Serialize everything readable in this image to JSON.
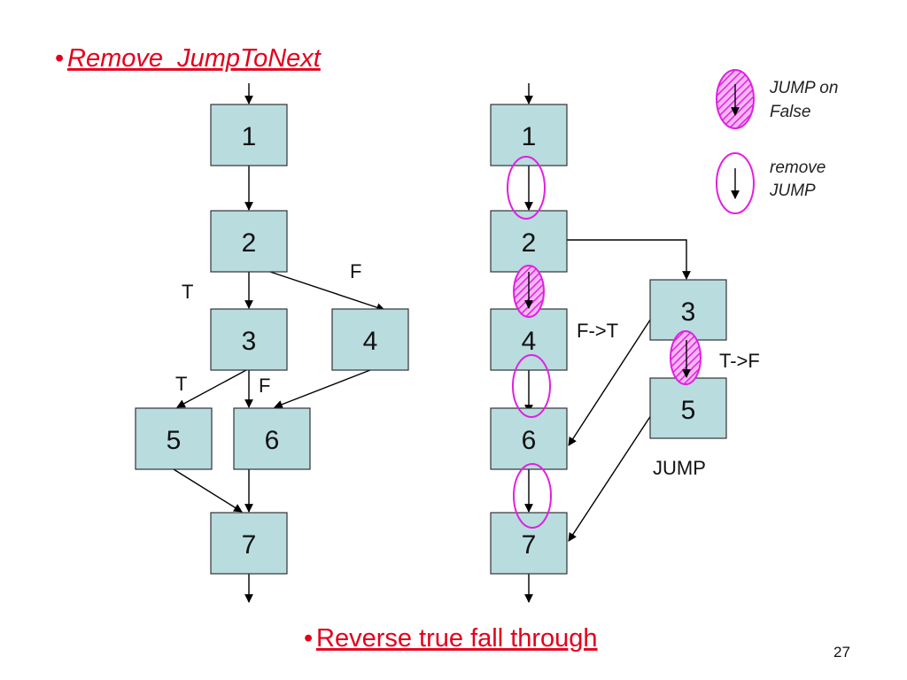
{
  "title": "Remove  JumpToNext",
  "bottom_title": "Reverse true fall through",
  "bullet": "•",
  "page_number": "27",
  "legend": {
    "jump_on_false_line1": "JUMP on",
    "jump_on_false_line2": "False",
    "remove_jump_line1": "remove",
    "remove_jump_line2": "JUMP"
  },
  "colors": {
    "node_fill": "#b9dcdf",
    "accent_magenta": "#e020e0",
    "title_red": "#e3001b"
  },
  "left_graph": {
    "nodes": [
      "1",
      "2",
      "3",
      "4",
      "5",
      "6",
      "7"
    ],
    "labels": {
      "t_from_2": "T",
      "f_from_2": "F",
      "t_from_3": "T",
      "f_from_3": "F"
    }
  },
  "right_graph": {
    "nodes": [
      "1",
      "2",
      "4",
      "6",
      "7",
      "3",
      "5"
    ],
    "labels": {
      "f_to_t": "F->T",
      "t_to_f": "T->F",
      "jump": "JUMP"
    }
  }
}
